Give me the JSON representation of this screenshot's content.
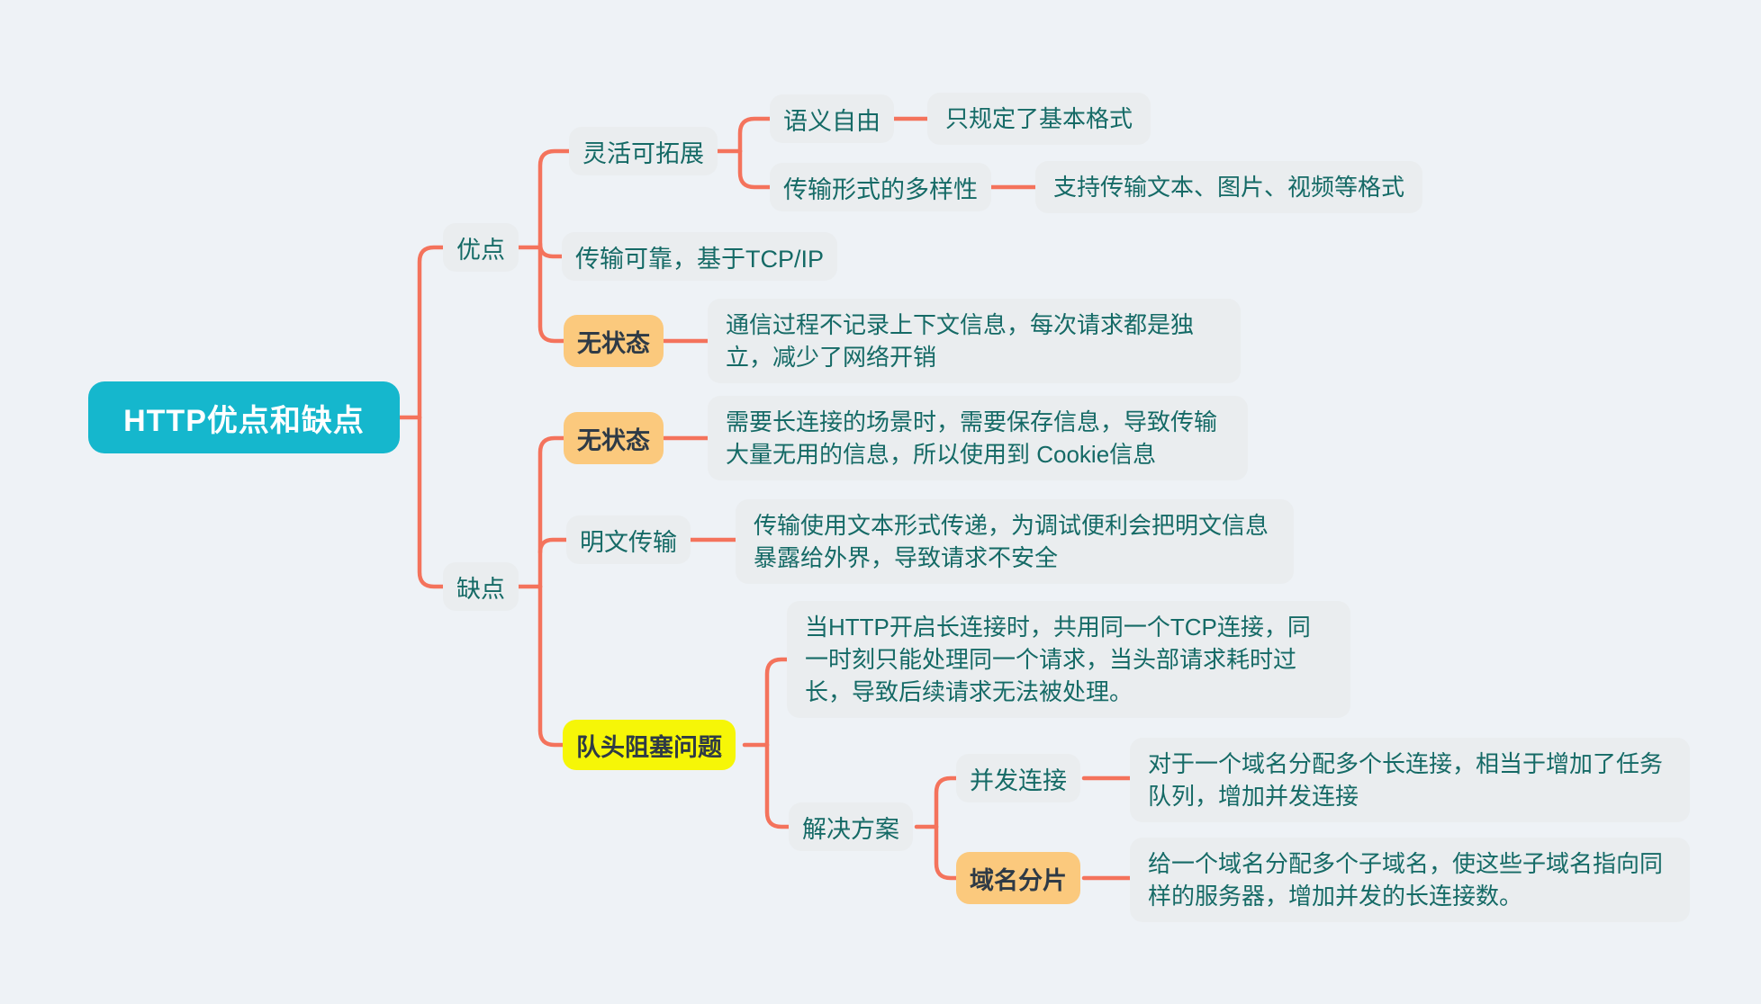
{
  "colors": {
    "canvas_bg": "#eef2f6",
    "node_bg": "#eaedef",
    "root_bg": "#15b7cd",
    "connector": "#f4735c",
    "highlight_orange": "#fbc97d",
    "highlight_yellow": "#f6f607",
    "text_teal": "#156a66",
    "text_dark": "#2e3a46",
    "root_text": "#ffffff"
  },
  "map": {
    "root": "HTTP优点和缺点",
    "advantages": {
      "label": "优点",
      "flexible": {
        "label": "灵活可拓展",
        "semantic": {
          "label": "语义自由",
          "note": "只规定了基本格式"
        },
        "formats": {
          "label": "传输形式的多样性",
          "note": "支持传输文本、图片、视频等格式"
        }
      },
      "reliable": {
        "label": "传输可靠，基于TCP/IP"
      },
      "stateless": {
        "label": "无状态",
        "note": "通信过程不记录上下文信息，每次请求都是独立，减少了网络开销"
      }
    },
    "disadvantages": {
      "label": "缺点",
      "stateless": {
        "label": "无状态",
        "note": "需要长连接的场景时，需要保存信息，导致传输大量无用的信息，所以使用到 Cookie信息"
      },
      "plaintext": {
        "label": "明文传输",
        "note": "传输使用文本形式传递，为调试便利会把明文信息暴露给外界，导致请求不安全"
      },
      "head_of_line": {
        "label": "队头阻塞问题",
        "note": "当HTTP开启长连接时，共用同一个TCP连接，同一时刻只能处理同一个请求，当头部请求耗时过长，导致后续请求无法被处理。",
        "solutions": {
          "label": "解决方案",
          "concurrent": {
            "label": "并发连接",
            "note": "对于一个域名分配多个长连接，相当于增加了任务队列，增加并发连接"
          },
          "domain_sharding": {
            "label": "域名分片",
            "note": "给一个域名分配多个子域名，使这些子域名指向同样的服务器，增加并发的长连接数。"
          }
        }
      }
    }
  }
}
